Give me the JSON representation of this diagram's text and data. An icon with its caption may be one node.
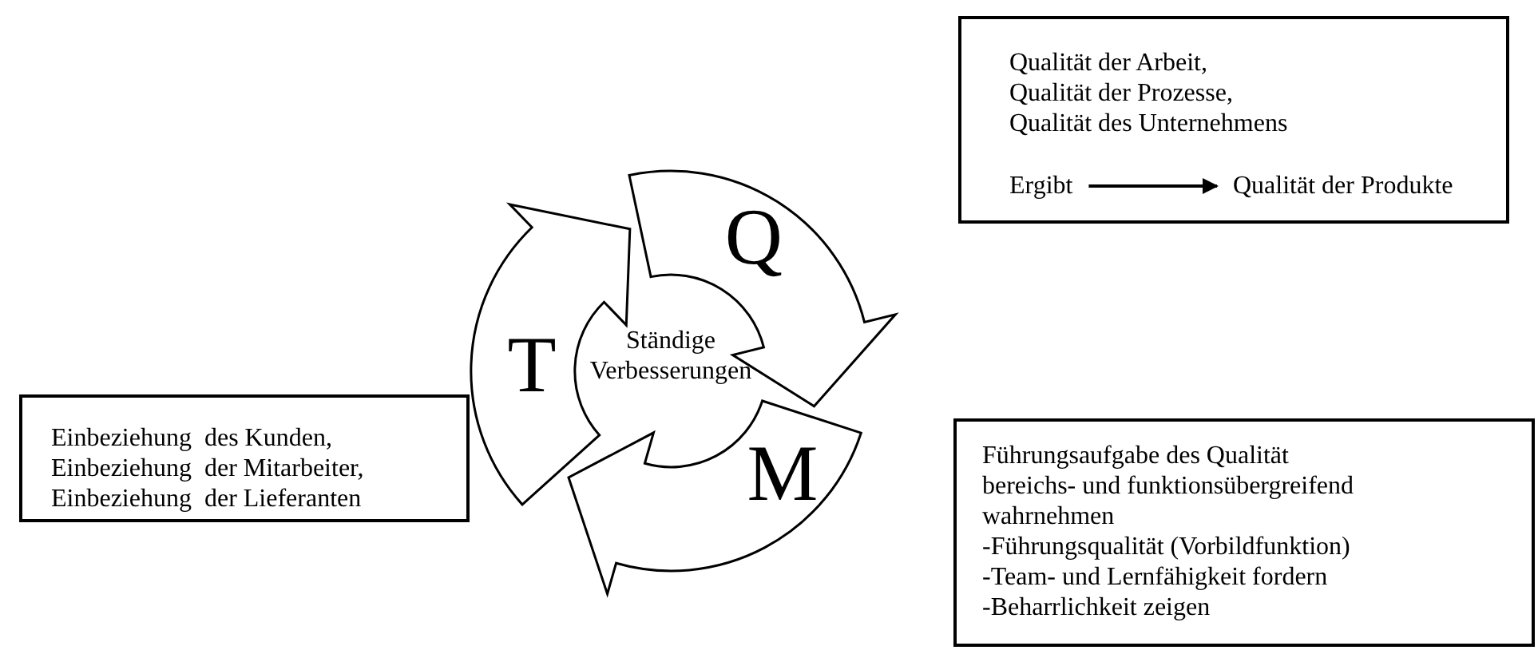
{
  "diagram": {
    "nodes": [
      {
        "text": [
          "Qualität der Arbeit,",
          "Qualität der Prozesse,",
          "Qualität des Unternehmens"
        ]
      },
      {
        "text": [
          "Ergibt"
        ],
        "in": 0
      },
      {
        "text": [
          "Qualität der Produkte"
        ],
        "in": 0
      },
      {
        "text": [
          "Einbeziehung  des Kunden,",
          "Einbeziehung  der Mitarbeiter,",
          "Einbeziehung  der Lieferanten"
        ]
      },
      {
        "text": [
          "Führungsaufgabe des Qualität bereichs- und funktionsübergreifend wahrnehmen",
          "-Führungsqualität (Vorbildfunktion)",
          "-Team- und Lernfähigkeit fordern",
          "-Beharrlichkeit zeigen"
        ]
      },
      {
        "text": [
          "T"
        ]
      },
      {
        "text": [
          "Q"
        ]
      },
      {
        "text": [
          "M"
        ]
      }
    ],
    "edges": [
      {
        "from": 1,
        "to": 2,
        "arrow": "to"
      }
    ],
    "labels": [
      "Ständige Verbesserungen"
    ]
  }
}
